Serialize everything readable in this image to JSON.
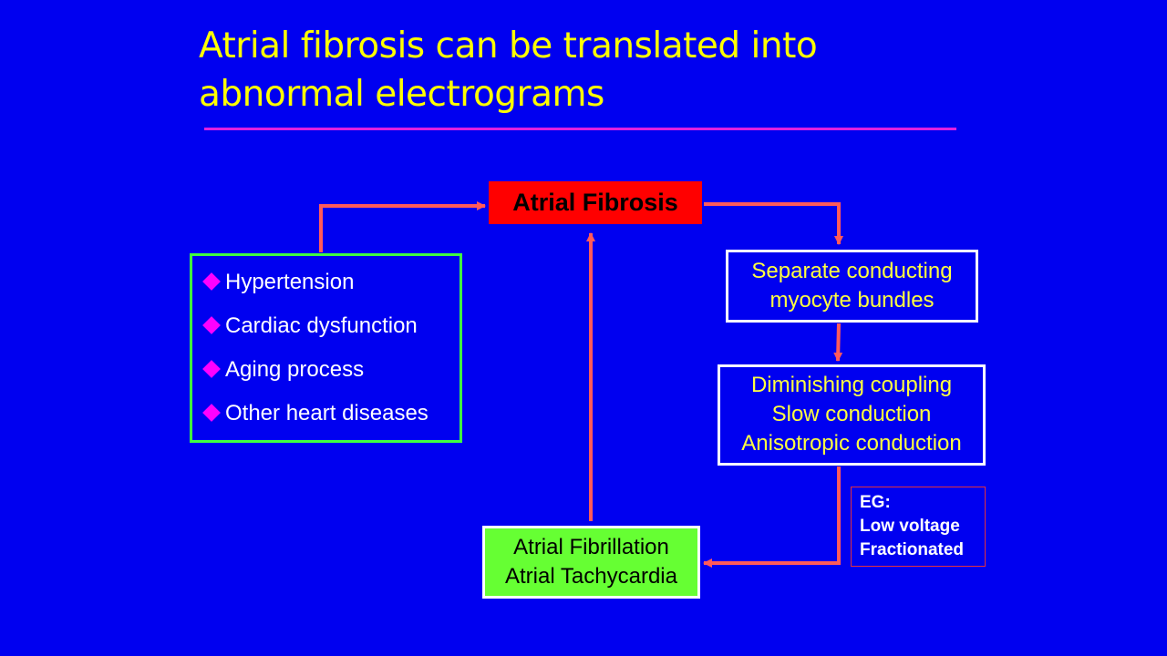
{
  "title": {
    "line1": "Atrial fibrosis can be translated into",
    "line2": "abnormal electrograms"
  },
  "center": {
    "label": "Atrial Fibrosis"
  },
  "causes": {
    "items": [
      "Hypertension",
      "Cardiac dysfunction",
      "Aging process",
      "Other heart diseases"
    ]
  },
  "separate": {
    "line1": "Separate conducting",
    "line2": "myocyte bundles"
  },
  "diminishing": {
    "line1": "Diminishing coupling",
    "line2": "Slow conduction",
    "line3": "Anisotropic conduction"
  },
  "eg": {
    "line1": "EG:",
    "line2": "Low voltage",
    "line3": "Fractionated"
  },
  "arrhythmia": {
    "line1": "Atrial Fibrillation",
    "line2": "Atrial Tachycardia"
  },
  "colors": {
    "background": "#0000f0",
    "arrow": "#ff5a5a",
    "title": "#ffff00"
  }
}
